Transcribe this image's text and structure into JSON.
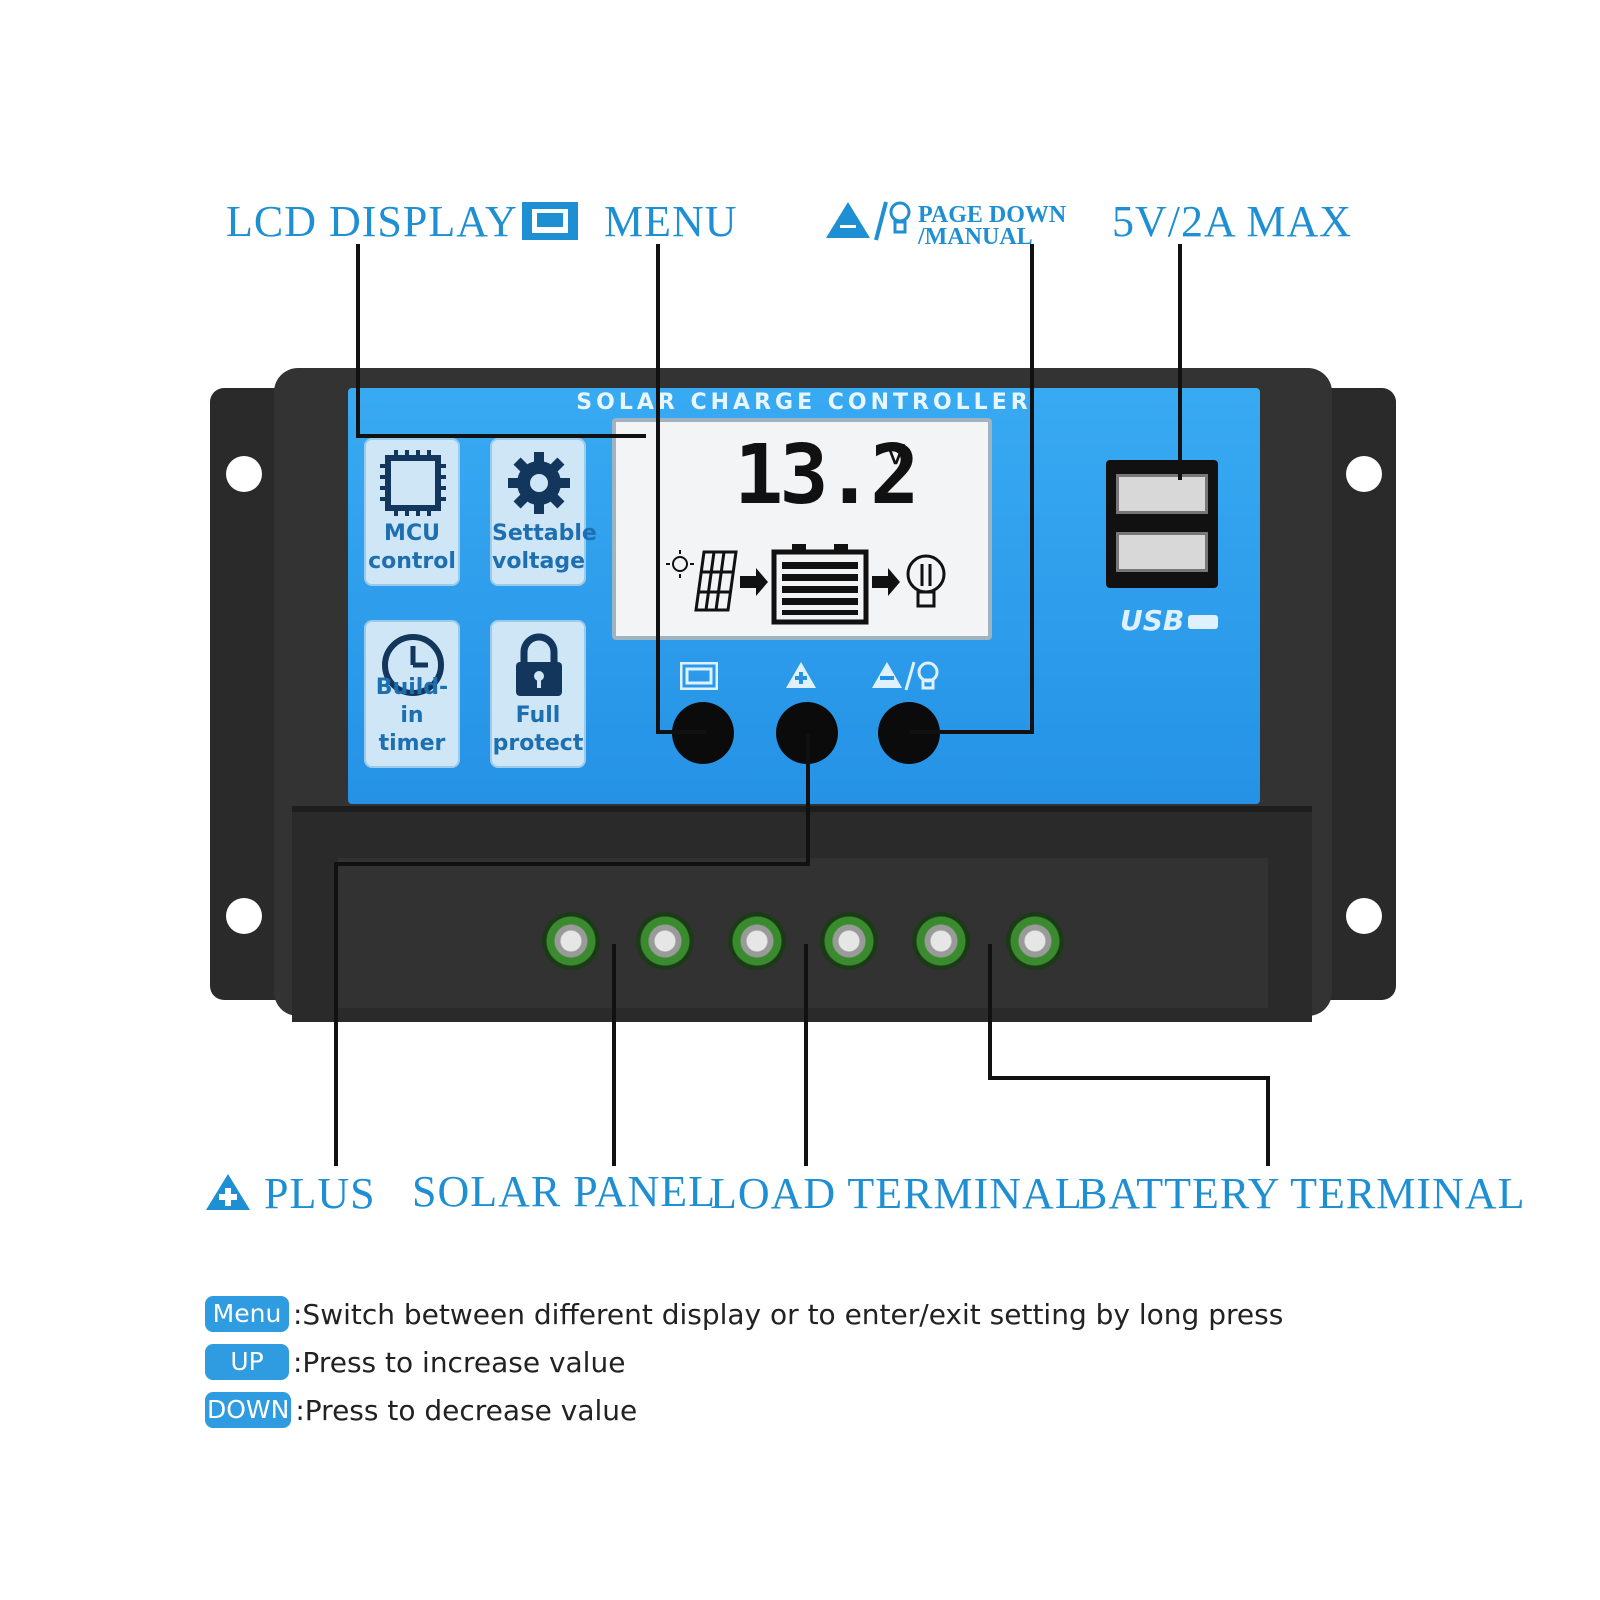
{
  "callouts": {
    "lcd_display": "LCD DISPLAY",
    "menu": "MENU",
    "page_down_line1": "PAGE DOWN",
    "page_down_line2": "/MANUAL",
    "usb_max": "5V/2A MAX",
    "plus": "PLUS",
    "solar_panel": "SOLAR PANEL",
    "load_terminal": "LOAD TERMINAL",
    "battery_terminal": "BATTERY TERMINAL"
  },
  "device": {
    "title": "SOLAR CHARGE CONTROLLER",
    "lcd_value": "13.2",
    "lcd_unit": "V",
    "usb_label": "USB",
    "features": [
      {
        "line1": "MCU",
        "line2": "control",
        "icon": "chip-icon"
      },
      {
        "line1": "Settable",
        "line2": "voltage",
        "icon": "gear-icon"
      },
      {
        "line1": "Build-in",
        "line2": "timer",
        "icon": "clock-icon"
      },
      {
        "line1": "Full",
        "line2": "protect",
        "icon": "lock-icon"
      }
    ]
  },
  "legend": [
    {
      "badge": "Menu",
      "text": ":Switch between different display or to enter/exit setting by long press"
    },
    {
      "badge": "UP",
      "text": ":Press to increase value"
    },
    {
      "badge": "DOWN",
      "text": ":Press to decrease value"
    }
  ],
  "colors": {
    "accent": "#1f8fd4",
    "panel_blue": "#2fa3f0",
    "body_dark": "#2b2b2b"
  }
}
